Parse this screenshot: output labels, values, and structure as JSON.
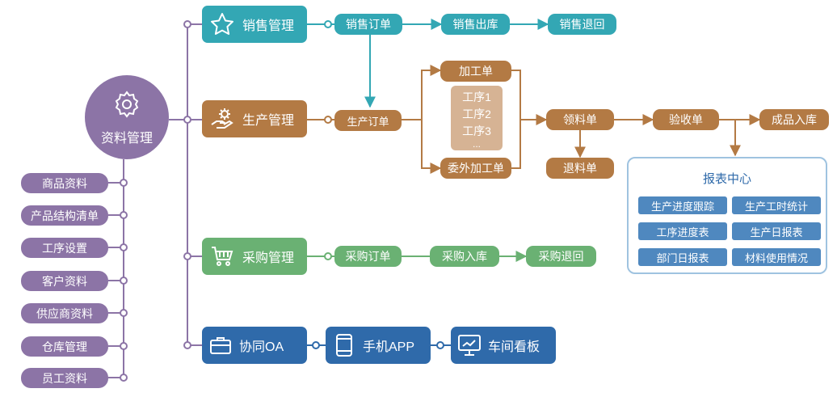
{
  "hub": {
    "label": "资料管理",
    "icon": "gear-icon"
  },
  "master_data": [
    "商品资料",
    "产品结构清单",
    "工序设置",
    "客户资料",
    "供应商资料",
    "仓库管理",
    "员工资料"
  ],
  "modules": {
    "sales": {
      "label": "销售管理",
      "icon": "star-icon"
    },
    "production": {
      "label": "生产管理",
      "icon": "hand-gear-icon"
    },
    "purchase": {
      "label": "采购管理",
      "icon": "cart-icon"
    }
  },
  "sales_flow": [
    "销售订单",
    "销售出库",
    "销售退回"
  ],
  "production_flow": {
    "order": "生产订单",
    "processing": "加工单",
    "outsourcing": "委外加工单",
    "processes": [
      "工序1",
      "工序2",
      "工序3",
      "..."
    ],
    "material_requisition": "领料单",
    "material_return": "退料单",
    "inspection": "验收单",
    "finished_goods": "成品入库"
  },
  "report_center": {
    "title": "报表中心",
    "items": [
      "生产进度跟踪",
      "生产工时统计",
      "工序进度表",
      "生产日报表",
      "部门日报表",
      "材料使用情况"
    ]
  },
  "purchase_flow": [
    "采购订单",
    "采购入库",
    "采购退回"
  ],
  "oa": [
    {
      "label": "协同OA",
      "icon": "briefcase-icon"
    },
    {
      "label": "手机APP",
      "icon": "mobile-phone-icon"
    },
    {
      "label": "车间看板",
      "icon": "monitor-icon"
    }
  ],
  "colors": {
    "purple": "#8c74a6",
    "teal": "#33a7b4",
    "brown": "#b37a44",
    "green": "#6ab173",
    "blue": "#2f6aaa",
    "report_blue": "#4f88bf"
  }
}
